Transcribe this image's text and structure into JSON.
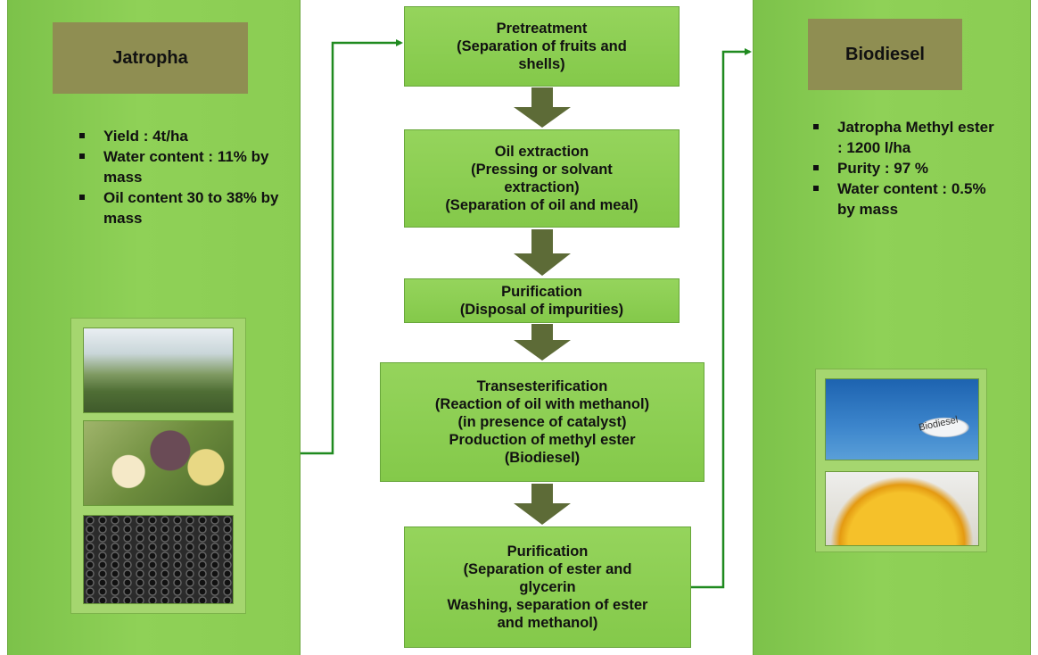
{
  "left": {
    "title": "Jatropha",
    "bullets": [
      "Yield : 4t/ha",
      "Water content : 11% by mass",
      "Oil content 30 to 38% by mass"
    ]
  },
  "right": {
    "title": "Biodiesel",
    "bullets": [
      "Jatropha Methyl ester : 1200 l/ha",
      "Purity : 97 %",
      "Water content : 0.5% by mass"
    ],
    "tank_label": "Biodiesel"
  },
  "steps": [
    {
      "lines": [
        "Pretreatment",
        "(Separation of fruits and",
        "shells)"
      ]
    },
    {
      "lines": [
        "Oil extraction",
        "(Pressing or solvant",
        "extraction)",
        "(Separation of oil and meal)"
      ]
    },
    {
      "lines": [
        "Purification",
        "(Disposal of impurities)"
      ]
    },
    {
      "lines": [
        "Transesterification",
        "(Reaction of oil with methanol)",
        "(in presence of catalyst)",
        "Production of methyl ester",
        "(Biodiesel)"
      ]
    },
    {
      "lines": [
        "Purification",
        "(Separation of ester and",
        "glycerin",
        "Washing, separation of ester",
        "and methanol)"
      ]
    }
  ],
  "colors": {
    "panel": "#8bcd53",
    "title_box": "#8f8e52",
    "step": "#8ccf52",
    "down_arrow": "#5d6b37",
    "connector": "#1f8a1f"
  }
}
